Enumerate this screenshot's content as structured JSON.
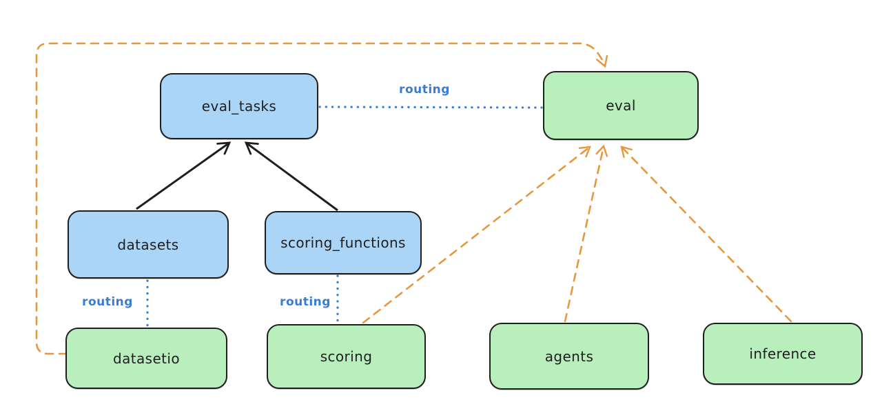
{
  "diagram": {
    "colors": {
      "canvas_bg": "#ffffff",
      "node_blue_fill": "#abd5f6",
      "node_green_fill": "#b9efbd",
      "stroke_dark": "#1e1e1e",
      "edge_orange": "#e8963c",
      "edge_blue": "#3b7cd3"
    },
    "nodes": [
      {
        "id": "eval_tasks",
        "label": "eval_tasks",
        "color": "blue"
      },
      {
        "id": "eval",
        "label": "eval",
        "color": "green"
      },
      {
        "id": "datasets",
        "label": "datasets",
        "color": "blue"
      },
      {
        "id": "scoring_functions",
        "label": "scoring_functions",
        "color": "blue"
      },
      {
        "id": "datasetio",
        "label": "datasetio",
        "color": "green"
      },
      {
        "id": "scoring",
        "label": "scoring",
        "color": "green"
      },
      {
        "id": "agents",
        "label": "agents",
        "color": "green"
      },
      {
        "id": "inference",
        "label": "inference",
        "color": "green"
      }
    ],
    "edges": [
      {
        "from": "datasets",
        "to": "eval_tasks",
        "style": "solid",
        "color": "black",
        "arrowhead": true,
        "label": ""
      },
      {
        "from": "scoring_functions",
        "to": "eval_tasks",
        "style": "solid",
        "color": "black",
        "arrowhead": true,
        "label": ""
      },
      {
        "from": "eval_tasks",
        "to": "eval",
        "style": "dotted",
        "color": "blue",
        "arrowhead": false,
        "label": "routing"
      },
      {
        "from": "datasets",
        "to": "datasetio",
        "style": "dotted",
        "color": "blue",
        "arrowhead": false,
        "label": "routing"
      },
      {
        "from": "scoring_functions",
        "to": "scoring",
        "style": "dotted",
        "color": "blue",
        "arrowhead": false,
        "label": "routing"
      },
      {
        "from": "datasetio",
        "to": "eval",
        "style": "dashed",
        "color": "orange",
        "arrowhead": true,
        "label": ""
      },
      {
        "from": "scoring",
        "to": "eval",
        "style": "dashed",
        "color": "orange",
        "arrowhead": true,
        "label": ""
      },
      {
        "from": "agents",
        "to": "eval",
        "style": "dashed",
        "color": "orange",
        "arrowhead": true,
        "label": ""
      },
      {
        "from": "inference",
        "to": "eval",
        "style": "dashed",
        "color": "orange",
        "arrowhead": true,
        "label": ""
      }
    ]
  }
}
